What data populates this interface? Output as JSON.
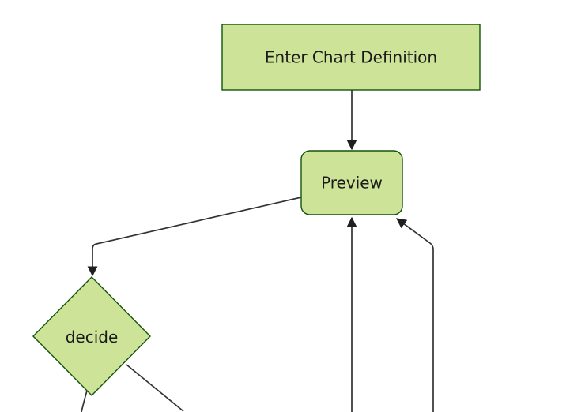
{
  "diagram": {
    "type": "flowchart",
    "orientation": "top-down",
    "nodes": [
      {
        "id": "enter-chart-definition",
        "label": "Enter Chart Definition",
        "shape": "rectangle"
      },
      {
        "id": "preview",
        "label": "Preview",
        "shape": "rounded-rectangle"
      },
      {
        "id": "decide",
        "label": "decide",
        "shape": "diamond"
      }
    ],
    "edges": [
      {
        "from": "enter-chart-definition",
        "to": "preview",
        "arrowhead": true
      },
      {
        "from": "preview",
        "to": "decide",
        "arrowhead": true
      },
      {
        "from": "offscreen-bottom-center",
        "to": "preview",
        "arrowhead": true
      },
      {
        "from": "offscreen-bottom-right",
        "to": "preview",
        "arrowhead": true
      },
      {
        "from": "decide",
        "to": "offscreen-bottom-left",
        "arrowhead": false
      },
      {
        "from": "decide",
        "to": "offscreen-bottom-right",
        "arrowhead": false
      }
    ]
  },
  "colors": {
    "background": "#ffffff",
    "node_fill": "#cde498",
    "node_stroke": "#13540c",
    "edge_stroke": "#333333",
    "arrowhead_fill": "#1f1f1f",
    "label_text": "#1a1a1a"
  }
}
